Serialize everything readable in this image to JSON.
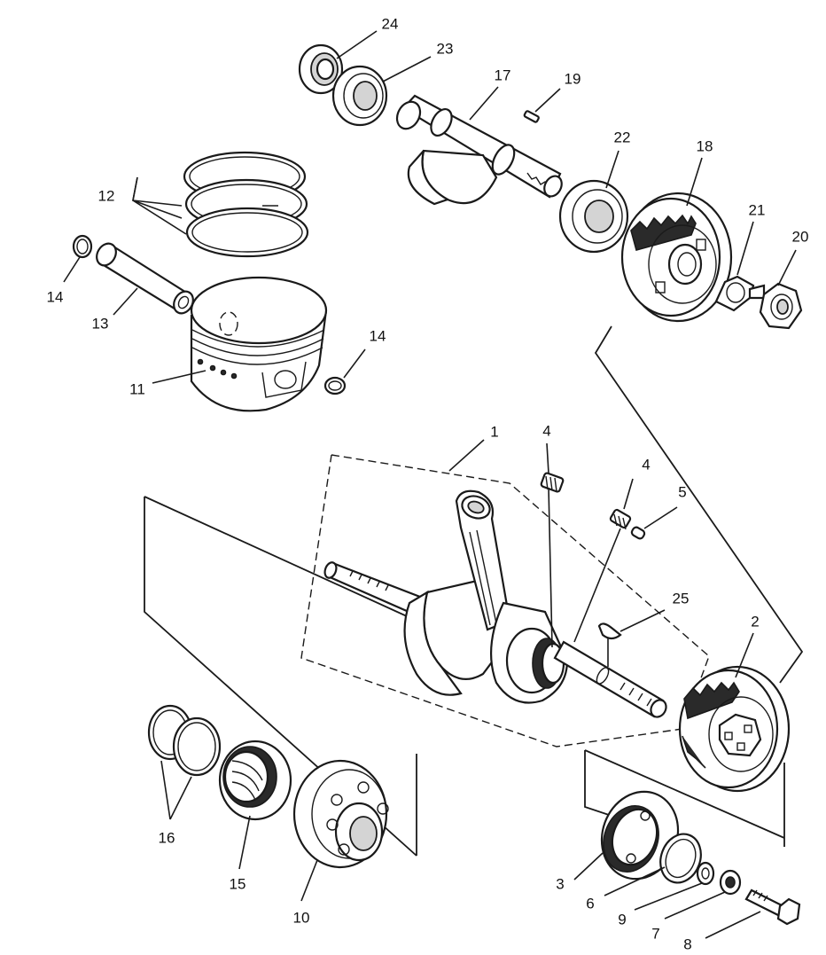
{
  "callouts": {
    "c1": "1",
    "c2": "2",
    "c3": "3",
    "c4a": "4",
    "c4b": "4",
    "c5": "5",
    "c6": "6",
    "c7": "7",
    "c8": "8",
    "c9": "9",
    "c10": "10",
    "c11": "11",
    "c12": "12",
    "c13": "13",
    "c14a": "14",
    "c14b": "14",
    "c15": "15",
    "c16": "16",
    "c17": "17",
    "c18": "18",
    "c19": "19",
    "c20": "20",
    "c21": "21",
    "c22": "22",
    "c23": "23",
    "c24": "24",
    "c25": "25"
  }
}
